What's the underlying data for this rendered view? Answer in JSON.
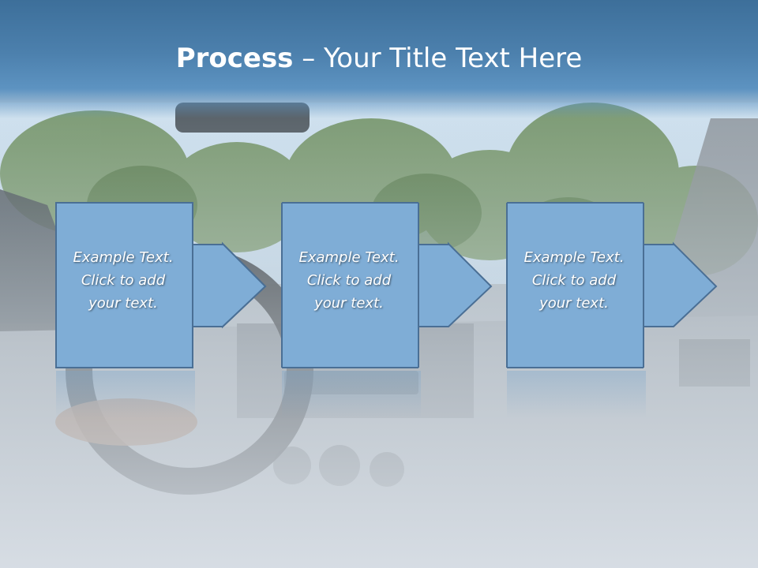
{
  "title": {
    "bold": "Process",
    "rest": " – Your Title Text Here"
  },
  "steps": [
    {
      "text_lines": [
        "Example Text.",
        "Click  to add",
        "your text."
      ]
    },
    {
      "text_lines": [
        "Example Text.",
        "Click  to add",
        "your text."
      ]
    },
    {
      "text_lines": [
        "Example Text.",
        "Click  to add",
        "your text."
      ]
    }
  ],
  "colors": {
    "box_fill": "#7fadd6",
    "box_stroke": "#4a6f95",
    "title_bar": "#4c80ad"
  }
}
